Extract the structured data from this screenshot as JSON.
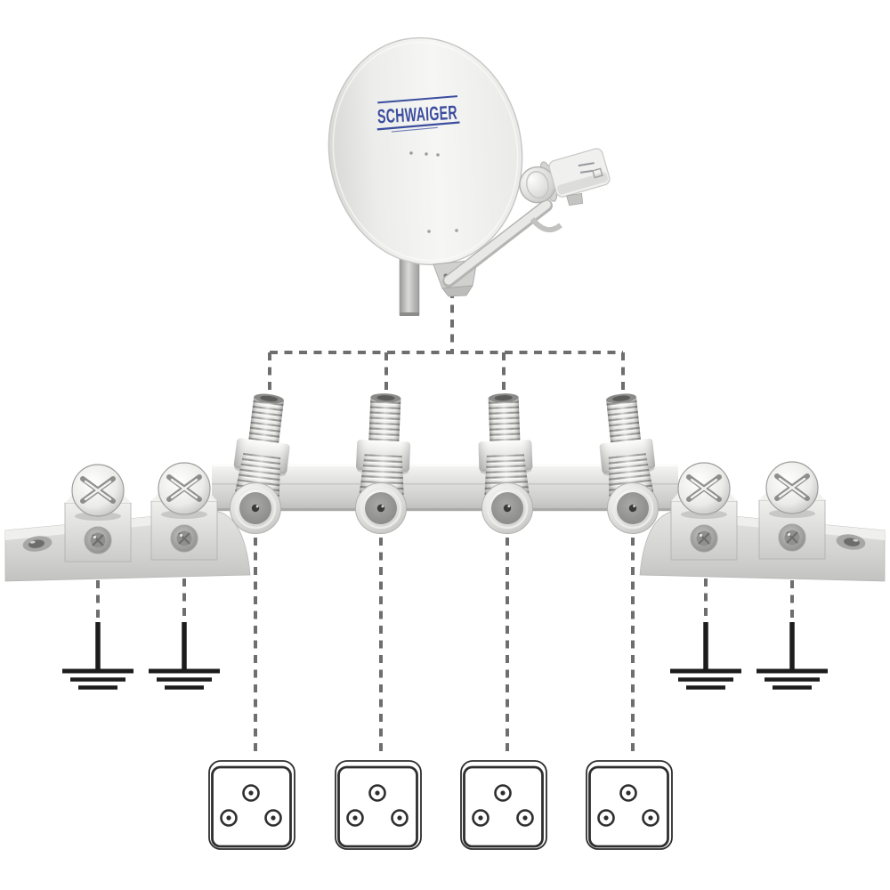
{
  "brand": {
    "dish_label": "SCHWAIGER",
    "logo_color": "#3b4d9e"
  },
  "components": {
    "satellite_dish": {
      "label": "SCHWAIGER"
    },
    "earthing_block": {
      "f_connectors": 4,
      "earth_clamps": 4,
      "mounting_holes": 2
    },
    "ground_symbols": {
      "count": 4
    },
    "wall_outlets": {
      "count": 4,
      "ports_per_outlet": 3
    }
  },
  "colors": {
    "background": "#ffffff",
    "dashed_line": "#6e6e6e",
    "line_art": "#2e2e2e",
    "ground_symbol": "#1c1c1c",
    "metal_light": "#f2f2f0",
    "metal_mid": "#d6d6d4",
    "metal_dark": "#a3a3a1"
  }
}
